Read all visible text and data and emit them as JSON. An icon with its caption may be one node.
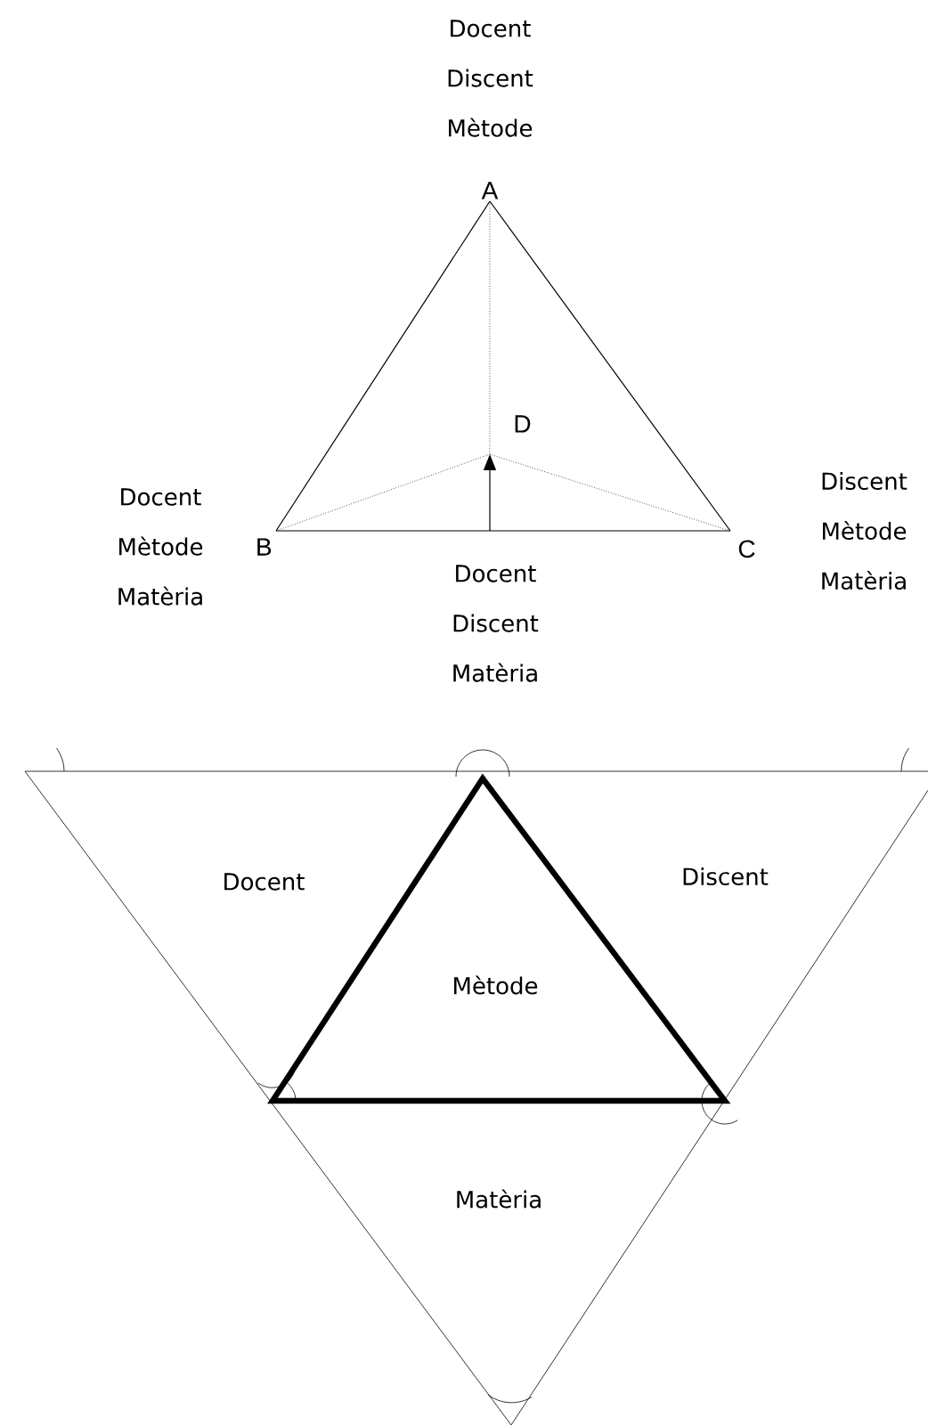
{
  "diagram": {
    "nodes": [
      {
        "text": [
          "A"
        ],
        "beside": [
          "Docent Discent Mètode"
        ]
      },
      {
        "text": [
          "B"
        ],
        "beside": [
          "Docent Mètode Matèria"
        ]
      },
      {
        "text": [
          "C"
        ],
        "beside": [
          "Discent Mètode Matèria"
        ]
      },
      {
        "text": [
          "D"
        ]
      }
    ],
    "edges": [
      {
        "from": 0,
        "to": 1,
        "arrow": "none"
      },
      {
        "from": 0,
        "to": 2,
        "arrow": "none"
      },
      {
        "from": 1,
        "to": 2,
        "arrow": "none"
      },
      {
        "from": 0,
        "to": 3,
        "arrow": "none",
        "style": "dashed"
      },
      {
        "from": 1,
        "to": 3,
        "arrow": "none",
        "style": "dashed"
      },
      {
        "from": 2,
        "to": 3,
        "arrow": "none",
        "style": "dashed"
      },
      {
        "from": null,
        "to": 3,
        "arrow": "to"
      }
    ],
    "labels": [
      "Docent Discent Matèria",
      "Docent",
      "Discent",
      "Mètode",
      "Matèria"
    ]
  }
}
